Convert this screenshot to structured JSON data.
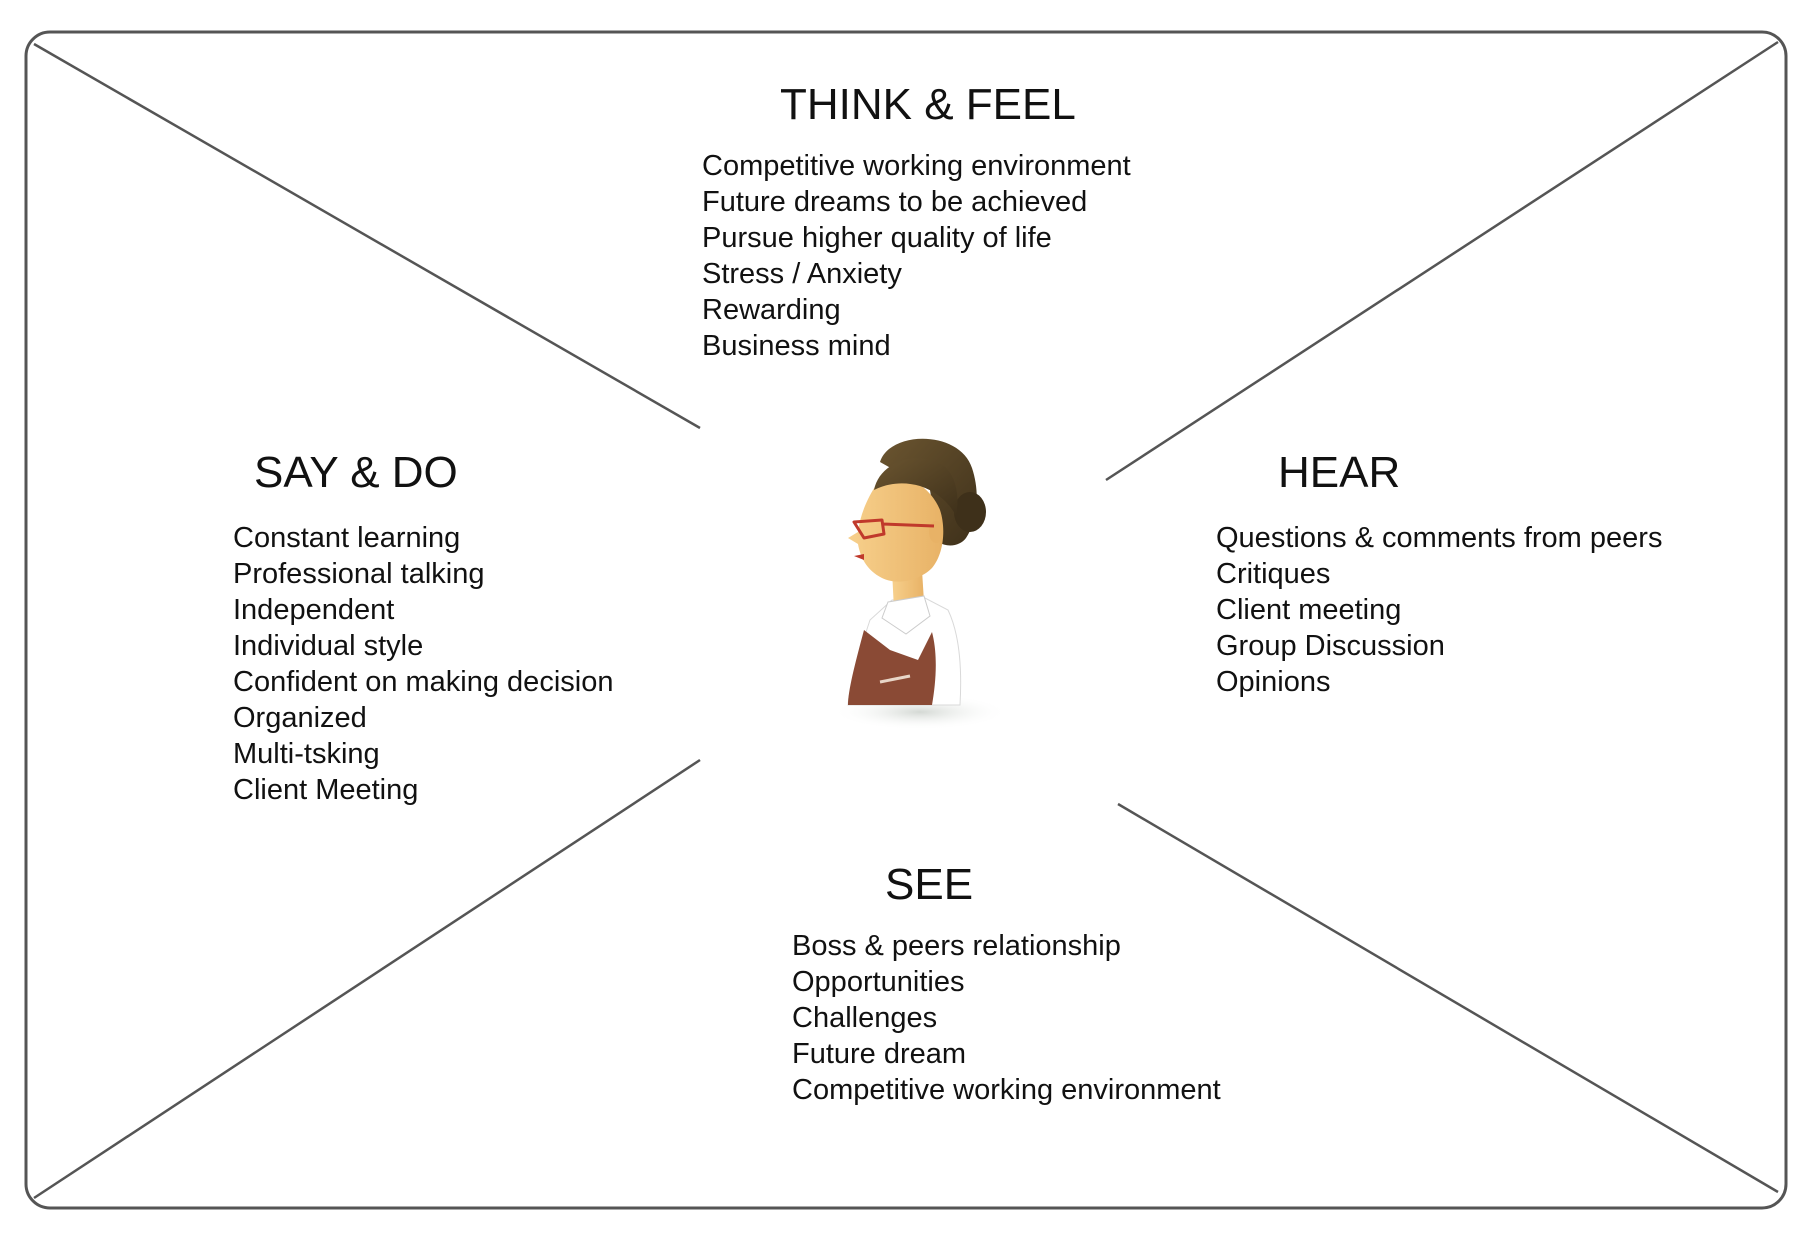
{
  "sections": {
    "think_feel": {
      "title": "THINK & FEEL",
      "items": [
        "Competitive working environment",
        "Future dreams to be achieved",
        "Pursue higher quality of life",
        "Stress / Anxiety",
        "Rewarding",
        "Business mind"
      ]
    },
    "say_do": {
      "title": "SAY & DO",
      "items": [
        "Constant learning",
        "Professional talking",
        "Independent",
        "Individual style",
        "Confident on making decision",
        "Organized",
        "Multi-tsking",
        "Client Meeting"
      ]
    },
    "hear": {
      "title": "HEAR",
      "items": [
        "Questions & comments from peers",
        "Critiques",
        "Client meeting",
        "Group Discussion",
        "Opinions"
      ]
    },
    "see": {
      "title": "SEE",
      "items": [
        "Boss & peers relationship",
        "Opportunities",
        "Challenges",
        "Future dream",
        "Competitive working environment"
      ]
    }
  },
  "colors": {
    "border": "#555555",
    "text": "#111111",
    "hair": "#4a3a22",
    "skin": "#f3c47a",
    "vest": "#8a4a35",
    "shirt": "#ffffff",
    "glasses": "#c0392b"
  },
  "persona_icon": "woman-persona-icon"
}
